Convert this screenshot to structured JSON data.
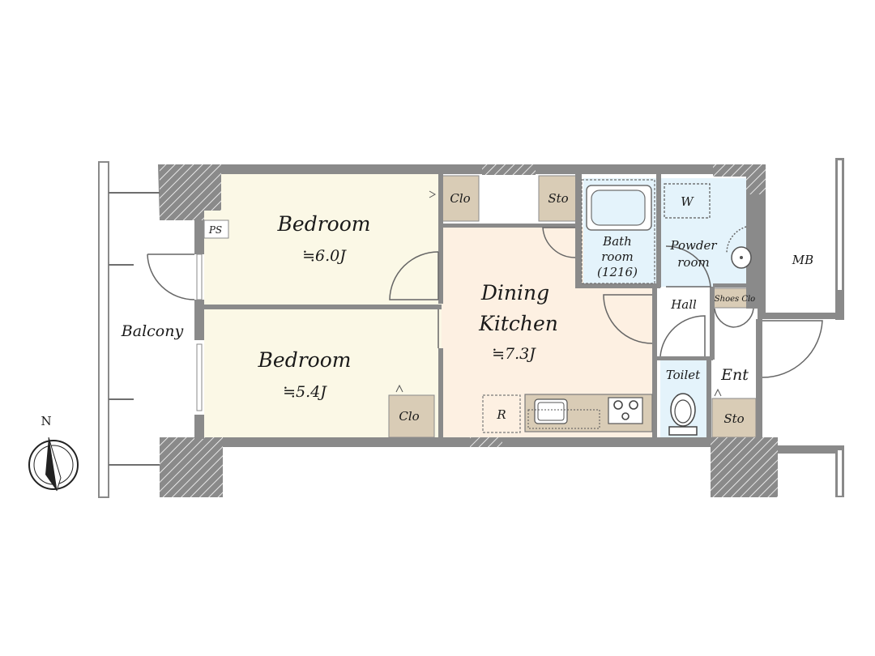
{
  "rooms": {
    "bedroom1": {
      "name": "Bedroom",
      "size": "≒6.0J"
    },
    "bedroom2": {
      "name": "Bedroom",
      "size": "≒5.4J"
    },
    "dining": {
      "name1": "Dining",
      "name2": "Kitchen",
      "size": "≒7.3J"
    },
    "bath": {
      "name1": "Bath",
      "name2": "room",
      "name3": "(1216)"
    },
    "powder": {
      "name1": "Powder",
      "name2": "room"
    },
    "hall": "Hall",
    "toilet": "Toilet",
    "entrance": "Ent",
    "balcony": "Balcony",
    "mb": "MB",
    "ps": "PS",
    "washer": "W",
    "fridge": "R",
    "closet1": "Clo",
    "closet2": "Clo",
    "storage1": "Sto",
    "storage2": "Sto",
    "shoes_closet": "Shoes Clo"
  },
  "compass": {
    "north": "N"
  },
  "colors": {
    "wall": "#8a8a8a",
    "bedroom": "#fbf8e6",
    "dining": "#fdf0e2",
    "wet_area": "#e4f3fb",
    "storage": "#d9ccb6"
  }
}
